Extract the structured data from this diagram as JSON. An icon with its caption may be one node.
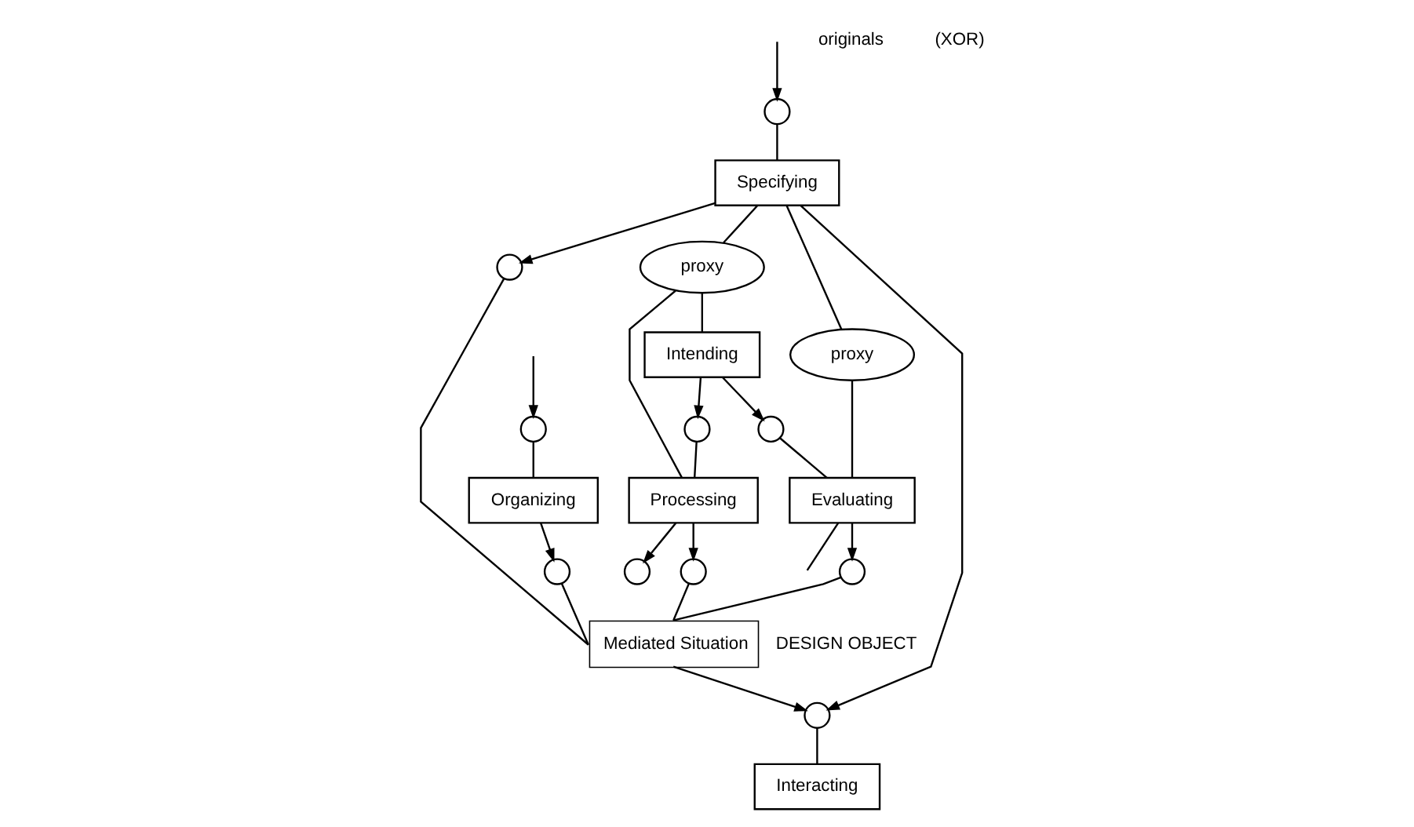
{
  "diagram": {
    "nodes": [
      {
        "text": [
          "proxy"
        ]
      },
      {
        "text": [
          "Intending"
        ]
      },
      {
        "text": [
          "proxy"
        ]
      },
      {
        "text": [],
        "shape": "circle"
      },
      {
        "text": [],
        "shape": "circle"
      },
      {
        "text": [
          "Processing"
        ]
      },
      {
        "text": [
          "Evaluating"
        ]
      },
      {
        "text": [],
        "shape": "circle"
      },
      {
        "text": [],
        "shape": "circle"
      },
      {
        "text": [
          "Specifying"
        ]
      },
      {
        "text": [],
        "shape": "circle"
      },
      {
        "text": [],
        "shape": "circle"
      },
      {
        "text": [],
        "shape": "circle"
      },
      {
        "text": [
          "Mediated Situation"
        ],
        "beside": [
          "DESIGN OBJECT"
        ]
      },
      {
        "text": [],
        "shape": "circle"
      },
      {
        "text": [],
        "shape": "circle"
      },
      {
        "text": [
          "Organizing"
        ]
      },
      {
        "text": [],
        "shape": "circle"
      },
      {
        "text": [
          "Interacting"
        ]
      }
    ],
    "edges": [
      {
        "from": 9,
        "to": 0,
        "arrow": "none"
      },
      {
        "from": 0,
        "to": 1,
        "arrow": "none"
      },
      {
        "from": 0,
        "to": 5,
        "arrow": "none"
      },
      {
        "from": 9,
        "to": 2,
        "arrow": "none"
      },
      {
        "from": 2,
        "to": 6,
        "arrow": "none"
      },
      {
        "from": 1,
        "to": 3,
        "arrow": "to"
      },
      {
        "from": 3,
        "to": 5,
        "arrow": "none"
      },
      {
        "from": 1,
        "to": 4,
        "arrow": "to"
      },
      {
        "from": 4,
        "to": 6,
        "arrow": "none"
      },
      {
        "from": 5,
        "to": 7,
        "arrow": "to"
      },
      {
        "from": 6,
        "to": null,
        "arrow": "none"
      },
      {
        "from": 8,
        "to": 9,
        "arrow": "none"
      },
      {
        "from": null,
        "to": 8,
        "arrow": "to"
      },
      {
        "from": 5,
        "to": 10,
        "arrow": "to"
      },
      {
        "from": 10,
        "to": 13,
        "arrow": "none"
      },
      {
        "from": 6,
        "to": 11,
        "arrow": "to"
      },
      {
        "from": 11,
        "to": 13,
        "arrow": "none"
      },
      {
        "from": 9,
        "to": 12,
        "arrow": "to"
      },
      {
        "from": 12,
        "to": 13,
        "arrow": "none"
      },
      {
        "from": 14,
        "to": 13,
        "arrow": "none"
      },
      {
        "from": 16,
        "to": 14,
        "arrow": "to"
      },
      {
        "from": null,
        "to": 15,
        "arrow": "to"
      },
      {
        "from": 15,
        "to": 16,
        "arrow": "none"
      },
      {
        "from": 13,
        "to": 17,
        "arrow": "to"
      },
      {
        "from": 9,
        "to": 17,
        "arrow": "to"
      },
      {
        "from": 17,
        "to": 18,
        "arrow": "none"
      }
    ],
    "labels": [
      "originals",
      "(XOR)"
    ]
  }
}
